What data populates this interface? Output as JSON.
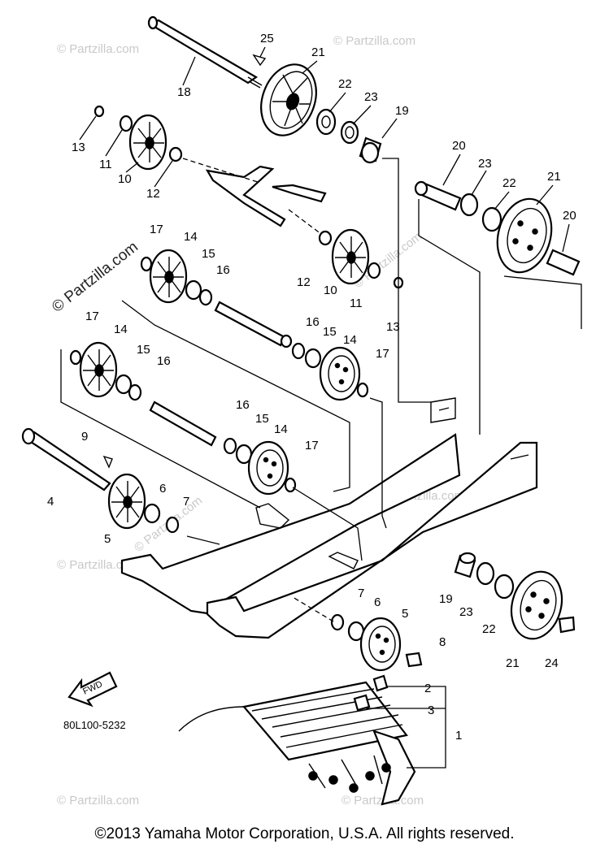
{
  "diagram": {
    "model_code": "80L100-5232",
    "fwd_label": "FWD",
    "watermark": "© Partzilla.com",
    "callouts": [
      "1",
      "2",
      "3",
      "4",
      "5",
      "6",
      "7",
      "8",
      "9",
      "10",
      "11",
      "12",
      "13",
      "14",
      "15",
      "16",
      "17",
      "18",
      "19",
      "20",
      "21",
      "22",
      "23",
      "24",
      "25"
    ]
  },
  "footer": {
    "copyright": "©2013  Yamaha Motor Corporation, U.S.A. All rights reserved."
  }
}
